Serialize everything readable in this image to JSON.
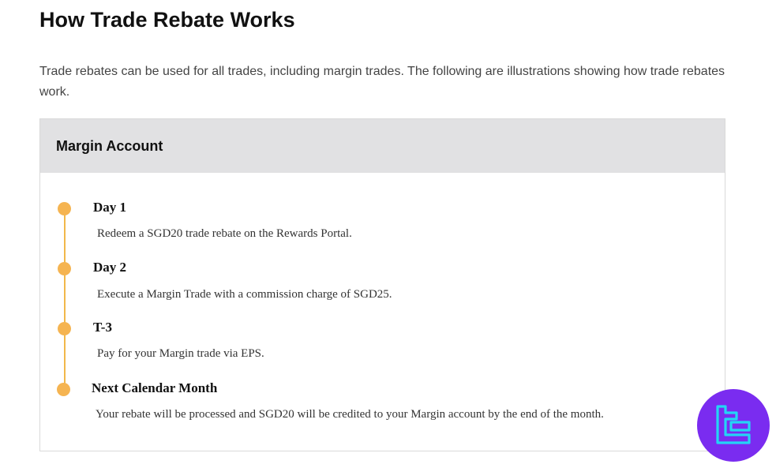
{
  "page": {
    "title": "How Trade Rebate Works",
    "intro": "Trade rebates can be used for all trades, including margin trades. The following are illustrations showing how trade rebates work."
  },
  "card": {
    "header": "Margin Account",
    "steps": [
      {
        "title": "Day 1",
        "desc": "Redeem a SGD20 trade rebate on the Rewards Portal."
      },
      {
        "title": "Day 2",
        "desc": "Execute a Margin Trade with a commission charge of SGD25."
      },
      {
        "title": "T-3",
        "desc": "Pay for your Margin trade via EPS."
      },
      {
        "title": "Next Calendar Month",
        "desc": "Your rebate will be processed and SGD20 will be credited to your Margin account by the end of the month."
      }
    ]
  },
  "colors": {
    "accent": "#f5b451",
    "header_bg": "#e1e1e3",
    "logo_bg": "#7a2cf0",
    "logo_stroke": "#23d5f5"
  },
  "icons": {
    "logo": "tc-logo-icon"
  }
}
